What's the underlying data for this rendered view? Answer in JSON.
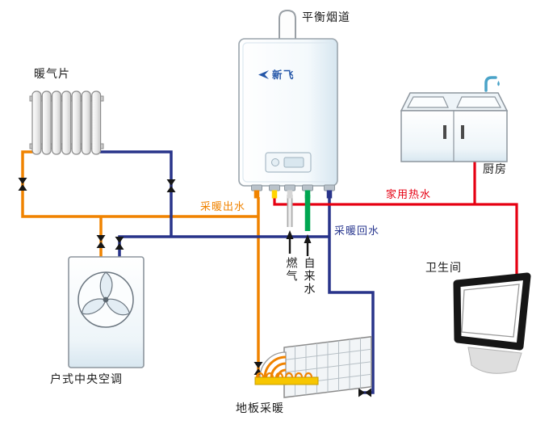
{
  "boiler": {
    "logo_text": "新飞"
  },
  "labels": {
    "flue": "平衡烟道",
    "radiator": "暖气片",
    "heating_supply": "采暖出水",
    "domestic_hot_water": "家用热水",
    "heating_return": "采暖回水",
    "gas": "燃气",
    "tap_water": "自来水",
    "kitchen": "厨房",
    "bathroom": "卫生间",
    "central_ac": "户式中央空调",
    "floor_heating": "地板采暖"
  },
  "colors": {
    "heating_supply_pipe": "#F08300",
    "heating_return_pipe": "#28348A",
    "hot_water_pipe": "#E60012",
    "tap_water_stub": "#00A651",
    "gas_stub": "#D6D6D6",
    "dhw_stub": "#FFD400",
    "boiler_logo_blue": "#2456A8",
    "heating_supply_label": "#F08300",
    "heating_return_label": "#2B3990",
    "hot_water_label": "#E60012"
  }
}
